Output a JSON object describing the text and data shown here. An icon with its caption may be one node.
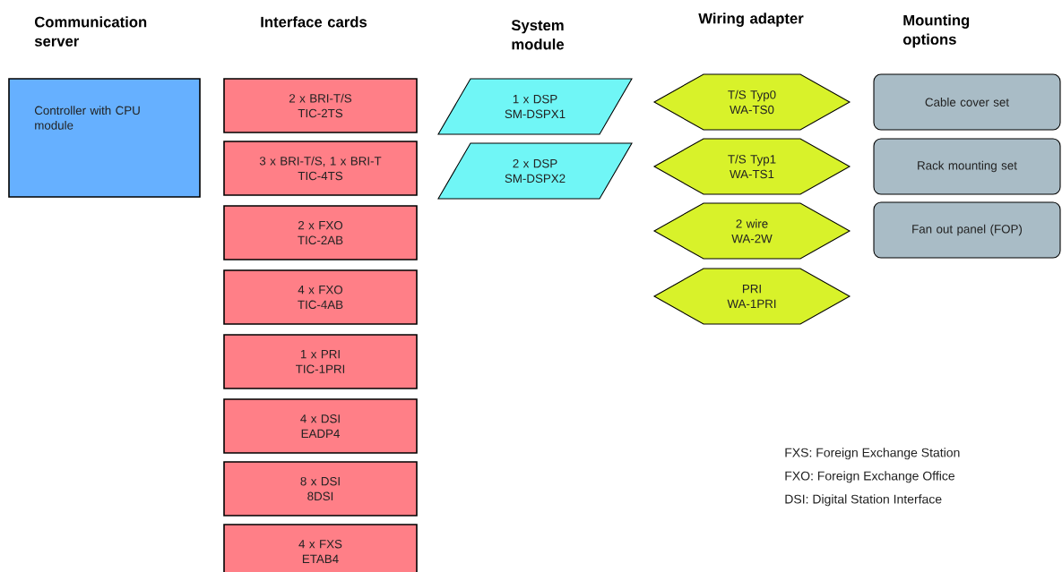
{
  "diagram": {
    "nodes": [
      {
        "text": [
          "Controller with CPU module"
        ]
      },
      {
        "text": [
          "2 x BRI-T/S",
          "TIC-2TS"
        ]
      },
      {
        "text": [
          "3 x BRI-T/S, 1 x BRI-T",
          "TIC-4TS"
        ]
      },
      {
        "text": [
          "2 x FXO",
          "TIC-2AB"
        ]
      },
      {
        "text": [
          "4 x FXO",
          "TIC-4AB"
        ]
      },
      {
        "text": [
          "1 x PRI",
          "TIC-1PRI"
        ]
      },
      {
        "text": [
          "4 x DSI",
          "EADP4"
        ]
      },
      {
        "text": [
          "8 x DSI",
          "8DSI"
        ]
      },
      {
        "text": [
          "4 x FXS",
          "ETAB4"
        ]
      },
      {
        "text": [
          "1 x DSP",
          "SM-DSPX1"
        ]
      },
      {
        "text": [
          "2 x DSP",
          "SM-DSPX2"
        ]
      },
      {
        "text": [
          "T/S Typ0",
          "WA-TS0"
        ]
      },
      {
        "text": [
          "T/S Typ1",
          "WA-TS1"
        ]
      },
      {
        "text": [
          "2 wire",
          "WA-2W"
        ]
      },
      {
        "text": [
          "PRI",
          "WA-1PRI"
        ]
      },
      {
        "text": [
          "Cable cover set"
        ]
      },
      {
        "text": [
          "Rack mounting set"
        ]
      },
      {
        "text": [
          "Fan out panel (FOP)"
        ]
      }
    ],
    "labels": [
      "Communication server",
      "Interface cards",
      "System module",
      "Wiring adapter",
      "Mounting options",
      "FXS: Foreign Exchange Station",
      "FXO: Foreign Exchange Office",
      "DSI: Digital Station Interface"
    ]
  }
}
